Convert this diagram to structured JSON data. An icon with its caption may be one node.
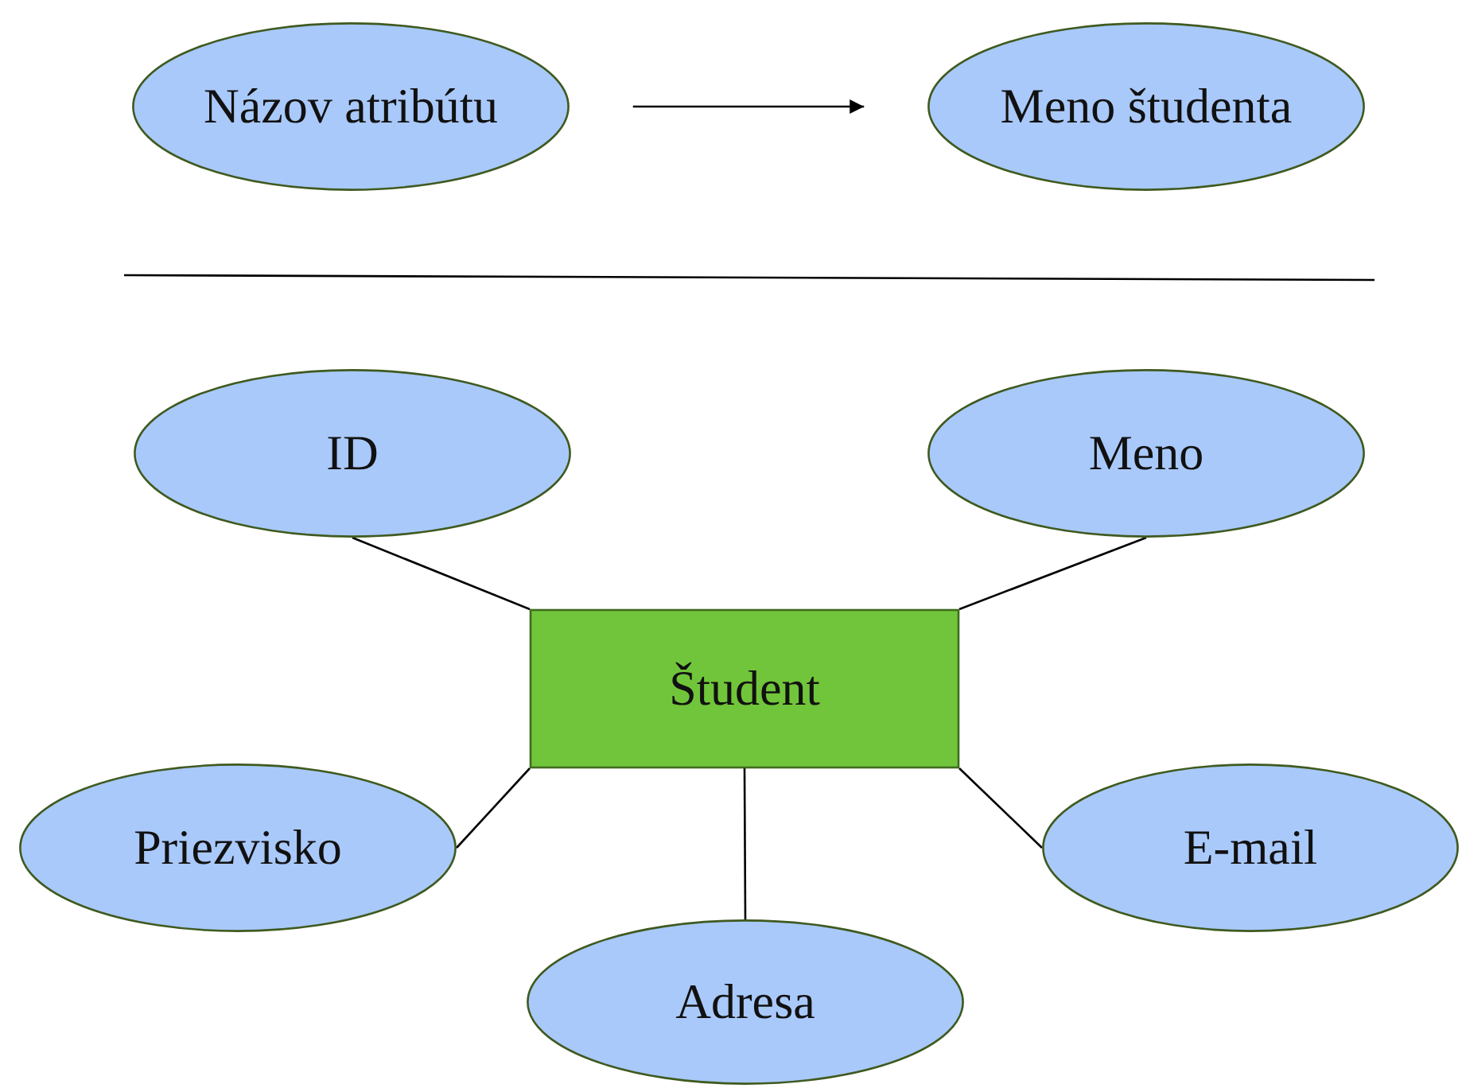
{
  "diagram": {
    "nodes": [
      {
        "text": [
          "Názov atribútu"
        ]
      },
      {
        "text": [
          "Meno študenta"
        ]
      },
      {
        "text": [
          "ID"
        ]
      },
      {
        "text": [
          "Meno"
        ]
      },
      {
        "text": [
          "Študent"
        ]
      },
      {
        "text": [
          "Priezvisko"
        ]
      },
      {
        "text": [
          "E-mail"
        ]
      },
      {
        "text": [
          "Adresa"
        ]
      }
    ],
    "edges": [
      {
        "from": 0,
        "to": 1,
        "arrow": "to"
      },
      {
        "from": 4,
        "to": 2,
        "arrow": "none"
      },
      {
        "from": 4,
        "to": 3,
        "arrow": "none"
      },
      {
        "from": 4,
        "to": 5,
        "arrow": "none"
      },
      {
        "from": 4,
        "to": 6,
        "arrow": "none"
      },
      {
        "from": 4,
        "to": 7,
        "arrow": "none"
      }
    ]
  }
}
